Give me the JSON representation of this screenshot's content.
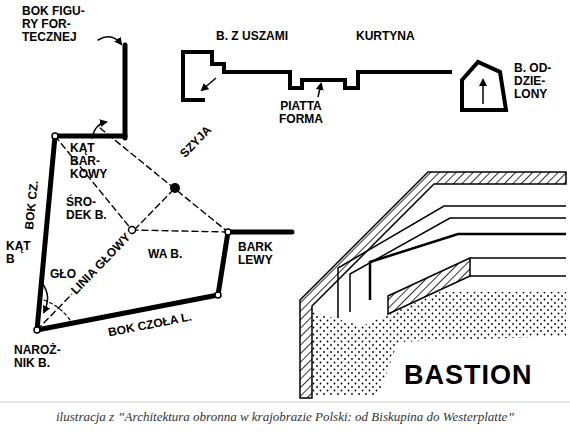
{
  "diagram": {
    "title": "BASTION",
    "caption": "ilustracja z ”Architektura obronna w krajobrazie Polski: od Biskupina do Westerplatte”",
    "labels": [
      "BOK FIGU- RY FOR- TECZNEJ",
      "B. Z USZAMI",
      "KURTYNA",
      "KĄT BAR- KOWY",
      "BOK CZ.",
      "ŚRO- DEK B.",
      "SZYJA",
      "KĄT B",
      "LINIA GŁOWY",
      "GŁO",
      "WA B.",
      "BARK LEWY",
      "PIATTA FORMA",
      "B. OD- DZIE- LONY",
      "BOK CZOŁA L.",
      "NAROŻ- NIK B."
    ]
  }
}
